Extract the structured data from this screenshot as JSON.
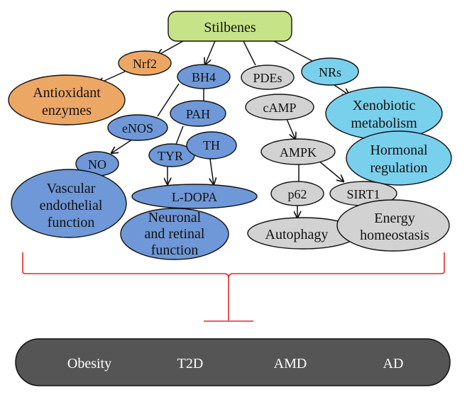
{
  "colors": {
    "root_fill": "#c6e487",
    "orange": "#eda765",
    "blue": "#6f98d8",
    "gray": "#d2d2d2",
    "cyan": "#79d0ec",
    "bracket": "#e02a2a",
    "bar_fill": "#555555",
    "edge": "#111111"
  },
  "nodes": {
    "stilbenes": "Stilbenes",
    "nrf2": "Nrf2",
    "antioxidant_1": "Antioxidant",
    "antioxidant_2": "enzymes",
    "bh4": "BH4",
    "pdes": "PDEs",
    "nrs": "NRs",
    "enos": "eNOS",
    "pah": "PAH",
    "camp": "cAMP",
    "xenobiotic_1": "Xenobiotic",
    "xenobiotic_2": "metabolism",
    "th": "TH",
    "tyr": "TYR",
    "no": "NO",
    "ampk": "AMPK",
    "hormonal_1": "Hormonal",
    "hormonal_2": "regulation",
    "vascular_1": "Vascular",
    "vascular_2": "endothelial",
    "vascular_3": "function",
    "ldopa": "L-DOPA",
    "p62": "p62",
    "sirt1": "SIRT1",
    "neuronal_1": "Neuronal",
    "neuronal_2": "and retinal",
    "neuronal_3": "function",
    "autophagy": "Autophagy",
    "energy_1": "Energy",
    "energy_2": "homeostasis"
  },
  "diseases": [
    "Obesity",
    "T2D",
    "AMD",
    "AD"
  ]
}
